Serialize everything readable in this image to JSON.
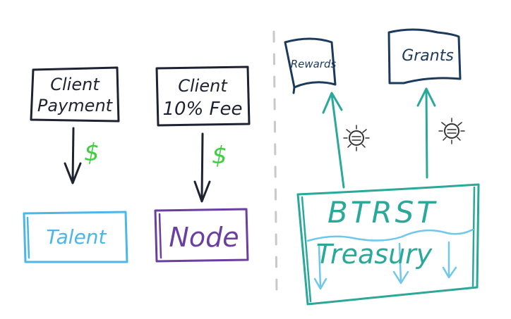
{
  "nodes": {
    "client_payment": {
      "line1": "Client",
      "line2": "Payment"
    },
    "client_fee": {
      "line1": "Client",
      "line2": "10% Fee"
    },
    "talent": {
      "label": "Talent"
    },
    "node": {
      "label": "Node"
    },
    "rewards": {
      "label": "Rewards"
    },
    "grants": {
      "label": "Grants"
    },
    "treasury": {
      "line1": "BTRST",
      "line2": "Treasury"
    }
  },
  "flows": {
    "payment_to_talent": {
      "symbol": "$"
    },
    "fee_to_node": {
      "symbol": "$"
    }
  },
  "icons": {
    "rewards_token": "sun-burst-icon",
    "grants_token": "sun-burst-icon"
  },
  "colors": {
    "ink_dark": "#1f2230",
    "talent_blue": "#4cb6e6",
    "node_purple": "#6b3fa0",
    "dollar_green": "#3ecf3e",
    "treasury_teal": "#2aa89a",
    "wave_blue": "#6fc7ea",
    "flag_navy": "#1c3a5e",
    "divider_grey": "#c9c9c9"
  }
}
